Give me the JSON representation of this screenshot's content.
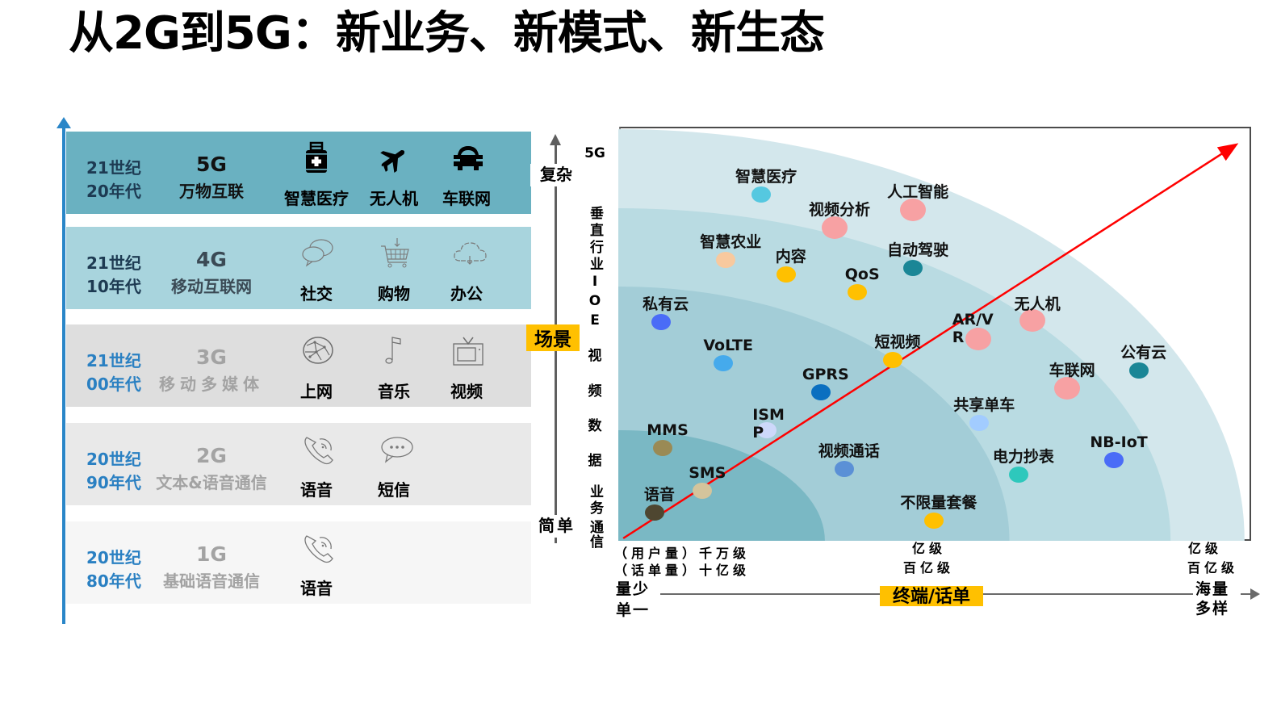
{
  "title": "从2G到5G：新业务、新模式、新生态",
  "colors": {
    "timeline_blue": "#2a86c8",
    "highlight_yellow": "#ffc000",
    "trend_red": "#ff0000"
  },
  "timeline": {
    "rows": [
      {
        "era_line1": "21世纪",
        "era_line2": "20年代",
        "gen": "5G",
        "gen_desc": "万物互联",
        "services": [
          {
            "label": "智慧医疗",
            "icon": "medical-kit-icon"
          },
          {
            "label": "无人机",
            "icon": "airplane-icon"
          },
          {
            "label": "车联网",
            "icon": "car-icon"
          }
        ]
      },
      {
        "era_line1": "21世纪",
        "era_line2": "10年代",
        "gen": "4G",
        "gen_desc": "移动互联网",
        "services": [
          {
            "label": "社交",
            "icon": "chat-bubbles-icon"
          },
          {
            "label": "购物",
            "icon": "shopping-cart-icon"
          },
          {
            "label": "办公",
            "icon": "cloud-icon"
          }
        ]
      },
      {
        "era_line1": "21世纪",
        "era_line2": "00年代",
        "gen": "3G",
        "gen_desc": "移动多媒体",
        "services": [
          {
            "label": "上网",
            "icon": "globe-icon"
          },
          {
            "label": "音乐",
            "icon": "music-note-icon"
          },
          {
            "label": "视频",
            "icon": "tv-icon"
          }
        ]
      },
      {
        "era_line1": "20世纪",
        "era_line2": "90年代",
        "gen": "2G",
        "gen_desc": "文本&语音通信",
        "services": [
          {
            "label": "语音",
            "icon": "phone-icon"
          },
          {
            "label": "短信",
            "icon": "message-dots-icon"
          }
        ]
      },
      {
        "era_line1": "20世纪",
        "era_line2": "80年代",
        "gen": "1G",
        "gen_desc": "基础语音通信",
        "services": [
          {
            "label": "语音",
            "icon": "phone-icon"
          }
        ]
      }
    ]
  },
  "chart_data": {
    "type": "scatter",
    "title": "",
    "xlabel": "终端/话单",
    "ylabel": "场景",
    "y_axis": {
      "top_label": "复杂",
      "bottom_label": "简单"
    },
    "y_side_labels": [
      "5G",
      "垂直行业IOE",
      "视",
      "频",
      "数",
      "据",
      "业务",
      "通信"
    ],
    "x_axis": {
      "left_ticks": [
        "（用户量）千万级",
        "（话单量）十亿级"
      ],
      "left_end": [
        "量少",
        "单一"
      ],
      "mid_ticks": [
        "亿级",
        "百亿级"
      ],
      "right_ticks": [
        "亿级",
        "百亿级"
      ],
      "right_end": [
        "海量",
        "多样"
      ]
    },
    "xlim": [
      0,
      100
    ],
    "ylim": [
      0,
      100
    ],
    "grid": false,
    "bands": [
      {
        "rx": 98.7,
        "ry": 99.4,
        "color": "#d3e7ec"
      },
      {
        "rx": 87.0,
        "ry": 80.3,
        "color": "#b9dbe2"
      },
      {
        "rx": 61.5,
        "ry": 61.4,
        "color": "#a3cdd7"
      },
      {
        "rx": 32.3,
        "ry": 26.7,
        "color": "#7ab8c4"
      }
    ],
    "trend_arrow": {
      "from": [
        0.4,
        1.0
      ],
      "to": [
        97.2,
        95.9
      ],
      "color": "#ff0000"
    },
    "points": [
      {
        "label": "智慧医疗",
        "x": 22.5,
        "y": 83.6,
        "color": "#55c8e0"
      },
      {
        "label": "人工智能",
        "x": 46.5,
        "y": 79.9,
        "color": "#f7a1a3",
        "size": "large"
      },
      {
        "label": "视频分析",
        "x": 34.1,
        "y": 75.6,
        "color": "#f7a1a3",
        "size": "large"
      },
      {
        "label": "智慧农业",
        "x": 16.9,
        "y": 67.8,
        "color": "#f8c99e"
      },
      {
        "label": "内容",
        "x": 26.4,
        "y": 64.3,
        "color": "#ffc000"
      },
      {
        "label": "自动驾驶",
        "x": 46.5,
        "y": 65.9,
        "color": "#1a8696"
      },
      {
        "label": "QoS",
        "x": 37.7,
        "y": 60.0,
        "color": "#ffc000"
      },
      {
        "label": "私有云",
        "x": 6.6,
        "y": 52.8,
        "color": "#4a6cf7"
      },
      {
        "label": "无人机",
        "x": 65.4,
        "y": 53.2,
        "color": "#f7a1a3",
        "size": "large",
        "label_dy": -31
      },
      {
        "label": "AR/VR",
        "x": 56.8,
        "y": 48.7,
        "color": "#f7a1a3",
        "size": "large",
        "wrap": 52,
        "label_dx": -32,
        "label_dy": -35
      },
      {
        "label": "短视频",
        "x": 43.3,
        "y": 43.7,
        "color": "#ffc000"
      },
      {
        "label": "VoLTE",
        "x": 16.5,
        "y": 42.9,
        "color": "#45aaec"
      },
      {
        "label": "公有云",
        "x": 82.2,
        "y": 41.1,
        "color": "#1a8696"
      },
      {
        "label": "车联网",
        "x": 70.9,
        "y": 36.8,
        "color": "#f7a1a3",
        "size": "large"
      },
      {
        "label": "GPRS",
        "x": 31.9,
        "y": 35.9,
        "color": "#0a6fc0"
      },
      {
        "label": "共享单车",
        "x": 57.0,
        "y": 28.5,
        "color": "#a2ccff"
      },
      {
        "label": "ISMP",
        "x": 23.4,
        "y": 26.7,
        "color": "#cdd8fa",
        "wrap": 42,
        "label_dx": -18,
        "label_dy": -30
      },
      {
        "label": "MMS",
        "x": 6.9,
        "y": 22.4,
        "color": "#9a8a55"
      },
      {
        "label": "视频通话",
        "x": 35.6,
        "y": 17.3,
        "color": "#5b90d6"
      },
      {
        "label": "电力抄表",
        "x": 63.2,
        "y": 16.0,
        "color": "#2ec8bc"
      },
      {
        "label": "NB-IoT",
        "x": 78.3,
        "y": 19.5,
        "color": "#4a6cf7"
      },
      {
        "label": "SMS",
        "x": 13.2,
        "y": 12.1,
        "color": "#d4c49c"
      },
      {
        "label": "语音",
        "x": 5.6,
        "y": 6.8,
        "color": "#4e4630"
      },
      {
        "label": "不限量套餐",
        "x": 49.8,
        "y": 4.9,
        "color": "#ffc000"
      }
    ]
  }
}
